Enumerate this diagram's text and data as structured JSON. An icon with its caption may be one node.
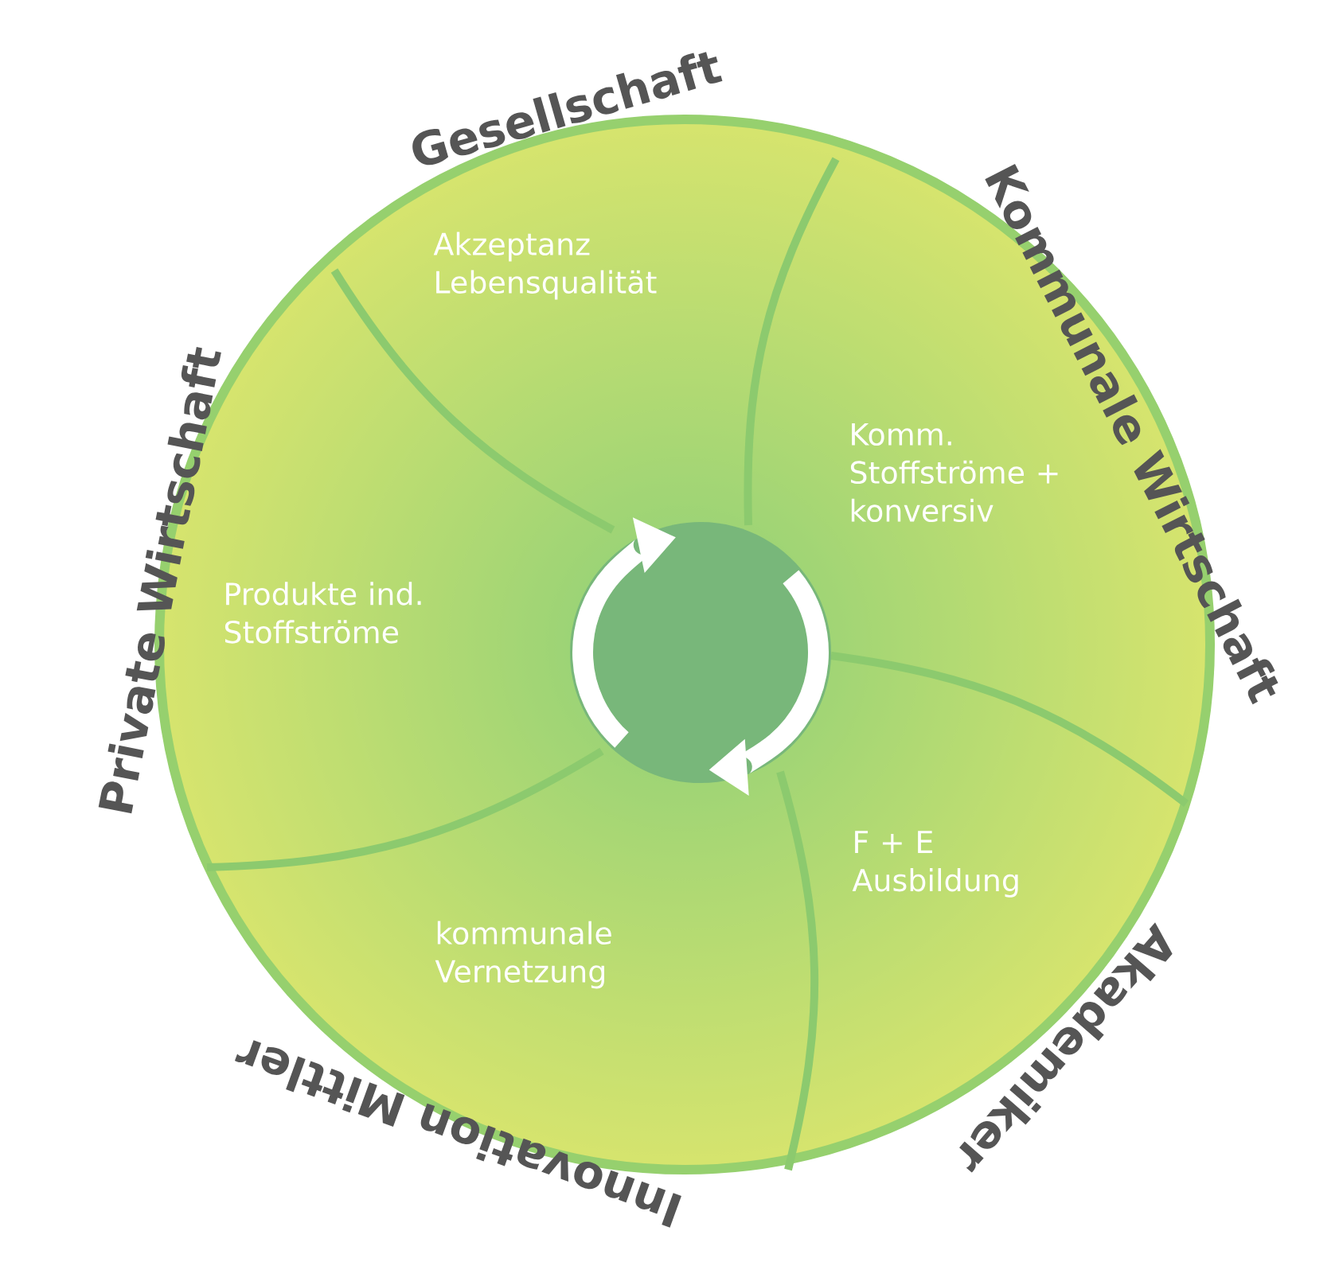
{
  "diagram": {
    "nodes": [
      {
        "text": [
          "Gesellschaft",
          "Akzeptanz Lebensqualität"
        ]
      },
      {
        "text": [
          "Kommunale Wirtschaft",
          "Komm. Stoffströme + konversiv"
        ]
      },
      {
        "text": [
          "Private Wirtschaft",
          "Produkte ind. Stoffströme"
        ]
      },
      {
        "text": [
          "Akademiker",
          "F + E Ausbildung"
        ]
      },
      {
        "text": [
          "Innovation Mittler",
          "kommunale Vernetzung"
        ]
      },
      {
        "text": [],
        "shape": "circle"
      }
    ]
  }
}
